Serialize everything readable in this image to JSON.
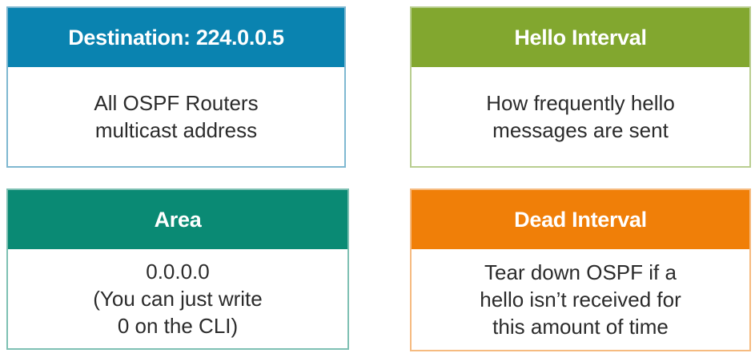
{
  "cards": {
    "destination": {
      "title": "Destination: 224.0.0.5",
      "lines": [
        "All OSPF Routers",
        "multicast address"
      ],
      "color": "#0A83B0",
      "border_color": "#7FB8D1"
    },
    "hello": {
      "title": "Hello Interval",
      "lines": [
        "How frequently hello",
        "messages are sent"
      ],
      "color": "#82A72F",
      "border_color": "#B9CE90"
    },
    "area": {
      "title": "Area",
      "lines": [
        "0.0.0.0",
        "(You can just write",
        "0 on the CLI)"
      ],
      "color": "#0A8A74",
      "border_color": "#7EC0B3"
    },
    "dead": {
      "title": "Dead Interval",
      "lines": [
        "Tear down OSPF if a",
        "hello isn’t received for",
        "this amount of time"
      ],
      "color": "#F07F08",
      "border_color": "#F6BB80"
    }
  }
}
